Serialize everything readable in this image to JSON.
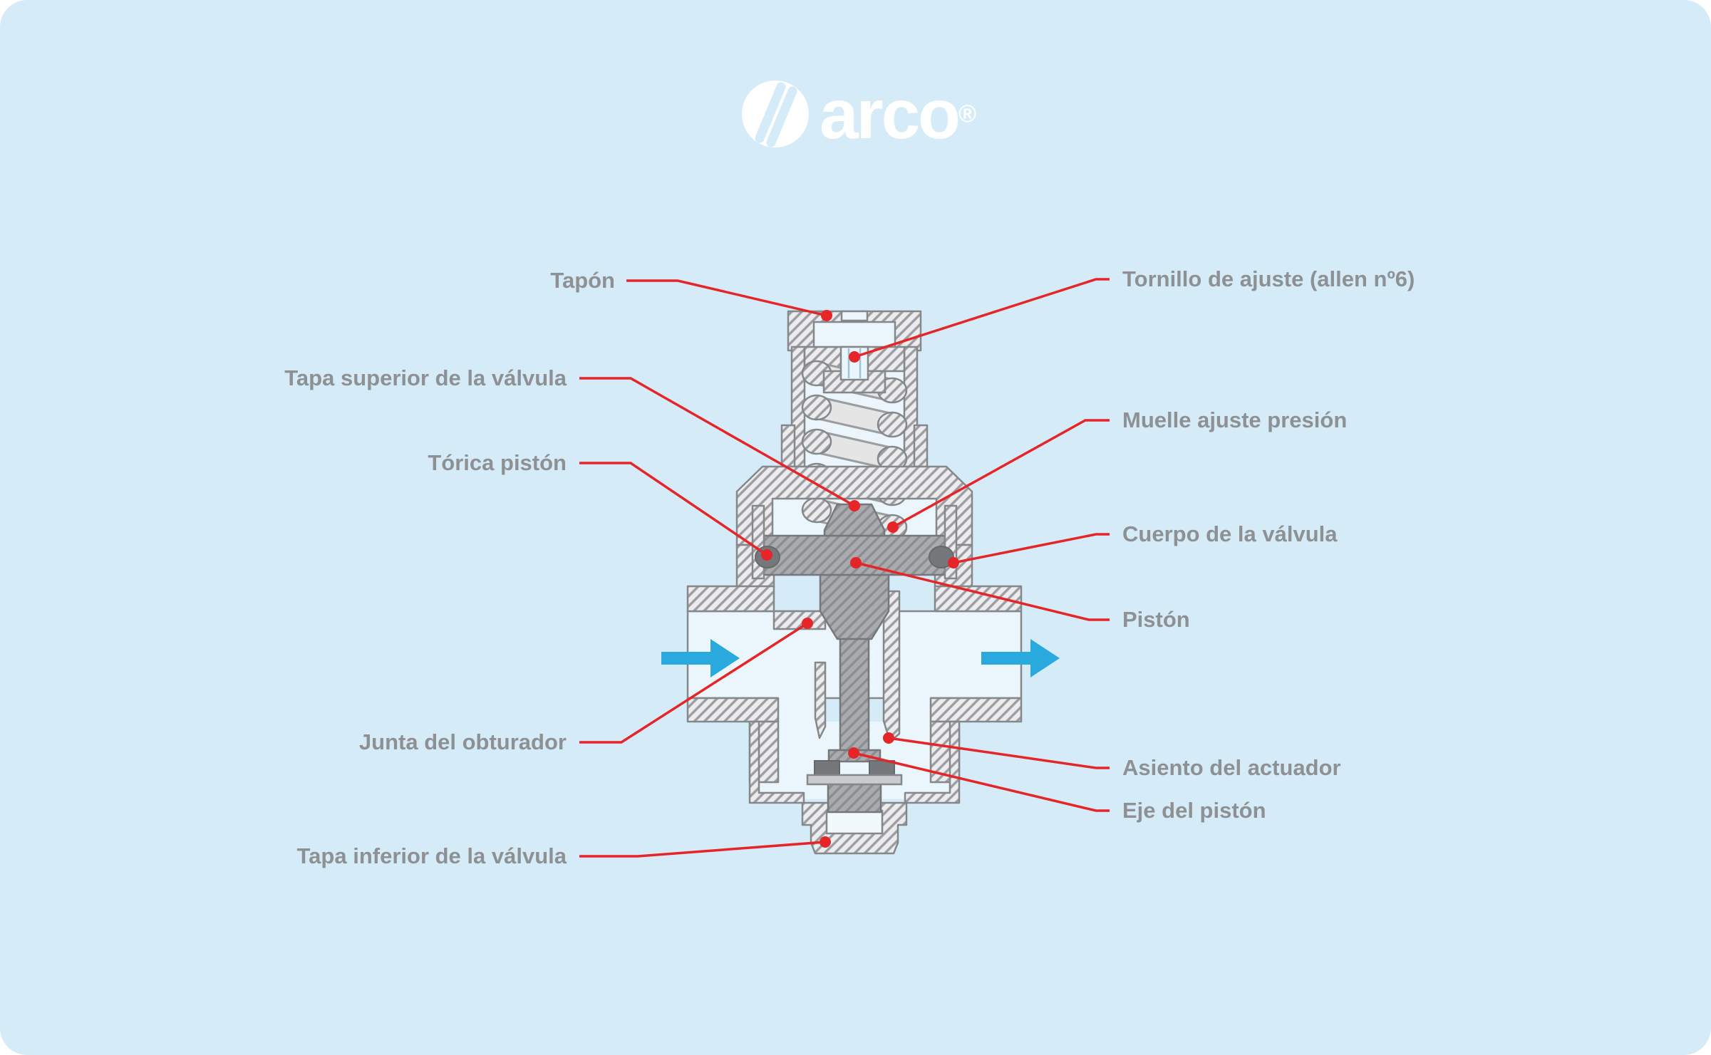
{
  "brand": {
    "name": "arco",
    "registered": "®"
  },
  "diagram": {
    "title_implicit": "Pressure reducing valve cutaway",
    "labels": {
      "tapon": "Tapón",
      "tapa_superior": "Tapa superior de la válvula",
      "torica": "Tórica pistón",
      "junta": "Junta del obturador",
      "tapa_inferior": "Tapa inferior de la válvula",
      "tornillo": "Tornillo de ajuste (allen nº6)",
      "muelle": "Muelle ajuste presión",
      "cuerpo": "Cuerpo de la válvula",
      "piston": "Pistón",
      "asiento": "Asiento del actuador",
      "eje": "Eje del pistón"
    },
    "icons": {
      "flow_in": "arrow-right-icon",
      "flow_out": "arrow-right-icon",
      "brand_mark": "arco-circle-slash-icon"
    },
    "colors": {
      "card_background": "#d5ecf8",
      "page_background": "#ffffff",
      "label_gray": "#8e9193",
      "leader_red": "#e52528",
      "flow_arrow_blue": "#29a9de",
      "metal_light": "#ececee",
      "metal_hatch": "#9b9da0",
      "piston_dark": "#a9abae",
      "cavity_blue": "#eaf6fc",
      "logo_white": "#ffffff"
    }
  }
}
